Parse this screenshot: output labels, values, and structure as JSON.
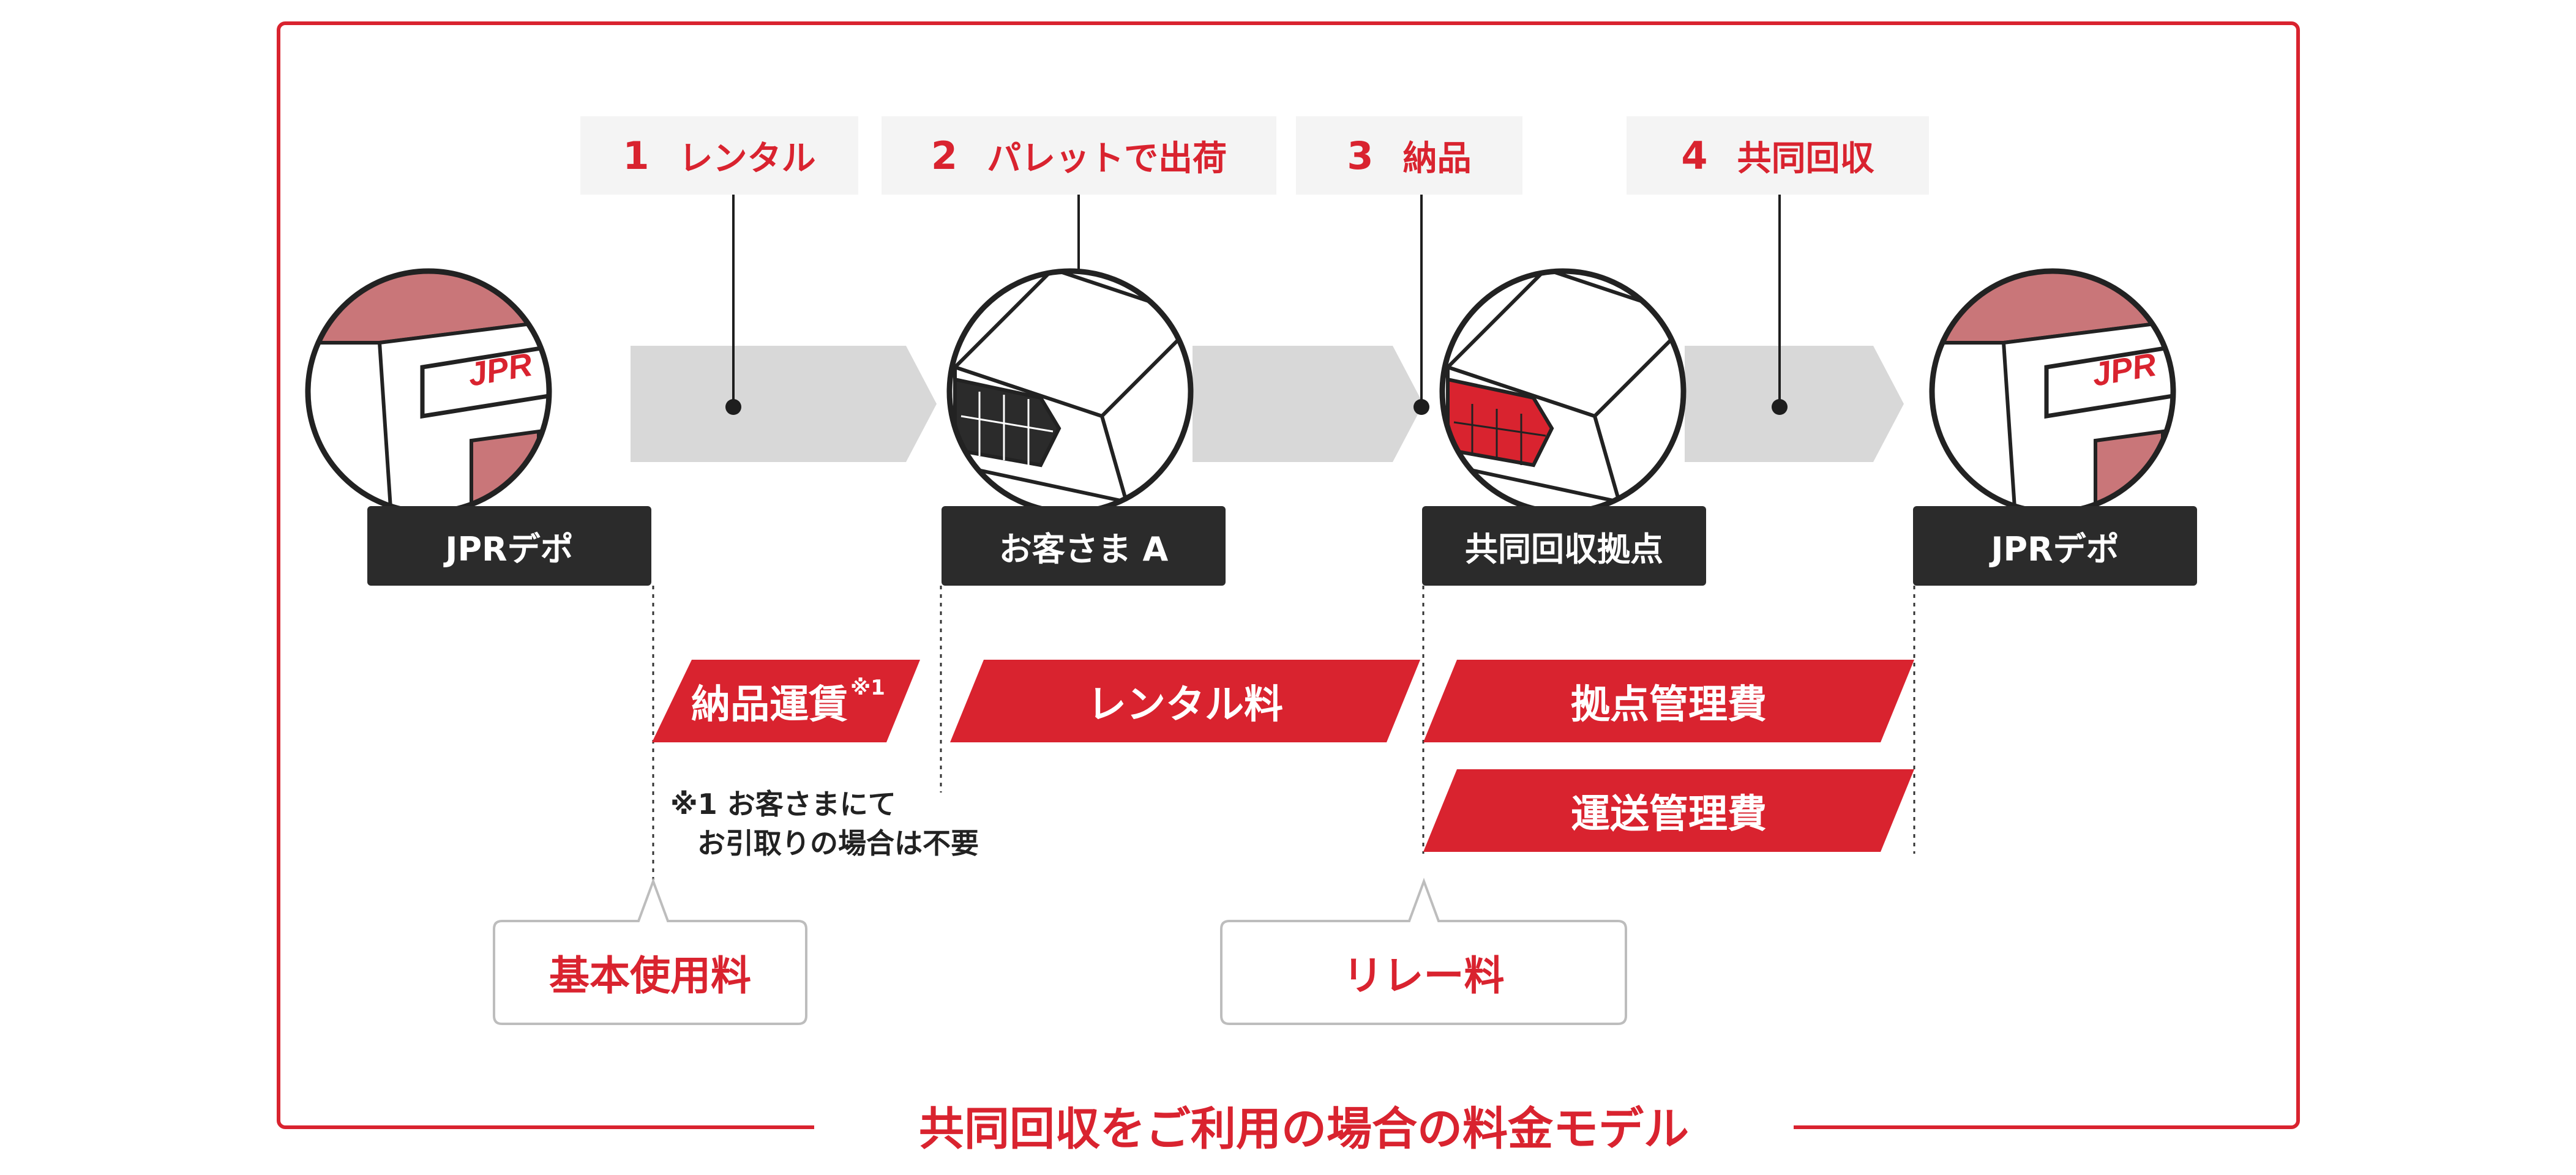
{
  "diagram": {
    "title": "共同回収をご利用の場合の料金モデル",
    "steps": [
      {
        "num": "1",
        "label": "レンタル"
      },
      {
        "num": "2",
        "label": "パレットで出荷"
      },
      {
        "num": "3",
        "label": "納品"
      },
      {
        "num": "4",
        "label": "共同回収"
      }
    ],
    "locations": [
      "JPRデポ",
      "お客さま A",
      "共同回収拠点",
      "JPRデポ"
    ],
    "depot_sign": "JPR",
    "fees": {
      "delivery": "納品運賃",
      "delivery_mark": "※1",
      "rental": "レンタル料",
      "base_mgmt": "拠点管理費",
      "transport_mgmt": "運送管理費"
    },
    "note": {
      "line1": "※1 お客さまにて",
      "line2": "お引取りの場合は不要"
    },
    "callouts": {
      "basic": "基本使用料",
      "relay": "リレー料"
    },
    "colors": {
      "accent": "#d9232f",
      "dark": "#2b2b2b",
      "arrow": "#d8d8d8",
      "step_bg": "#f4f4f4",
      "depot_roof": "#c97679"
    }
  }
}
